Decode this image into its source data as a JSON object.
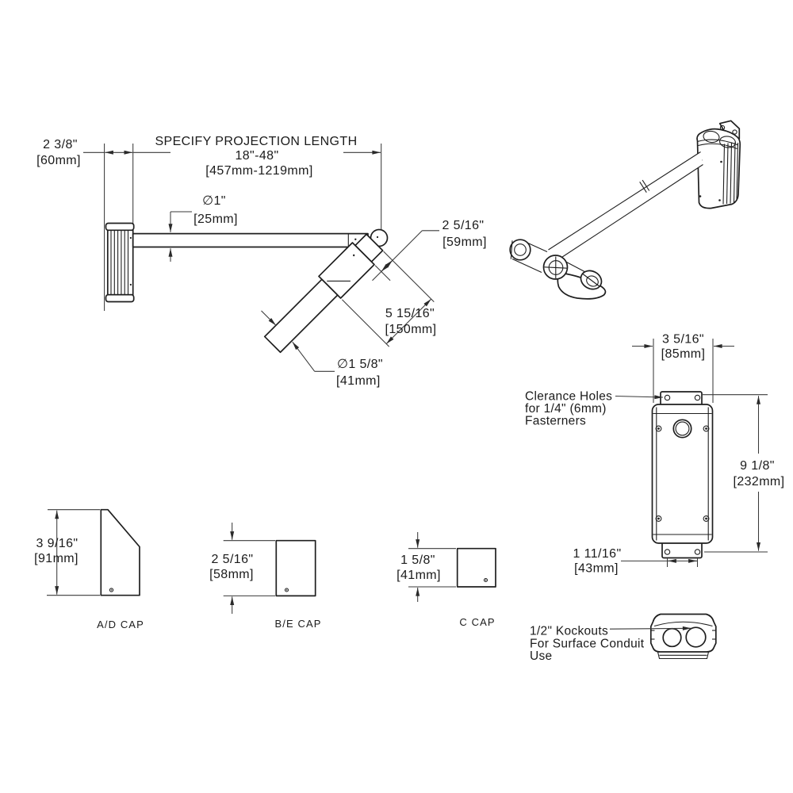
{
  "side_view": {
    "wall_depth_in": "2 3/8\"",
    "wall_depth_mm": "[60mm]",
    "projection_label": "SPECIFY PROJECTION LENGTH",
    "projection_range_in": "18\"-48\"",
    "projection_range_mm": "[457mm-1219mm]",
    "arm_dia_in": "∅1\"",
    "arm_dia_mm": "[25mm]",
    "elbow_width_in": "2 5/16\"",
    "elbow_width_mm": "[59mm]",
    "sleeve_length_in": "5 15/16\"",
    "sleeve_length_mm": "[150mm]",
    "lower_arm_dia_in": "∅1 5/8\"",
    "lower_arm_dia_mm": "[41mm]"
  },
  "front_view": {
    "width_in": "3 5/16\"",
    "width_mm": "[85mm]",
    "height_in": "9 1/8\"",
    "height_mm": "[232mm]",
    "hole_spacing_in": "1 11/16\"",
    "hole_spacing_mm": "[43mm]",
    "clearance_note_line1": "Clerance Holes",
    "clearance_note_line2": "for 1/4\" (6mm)",
    "clearance_note_line3": "Fasterners"
  },
  "caps": {
    "ad": {
      "height_in": "3 9/16\"",
      "height_mm": "[91mm]",
      "label": "A/D CAP"
    },
    "be": {
      "height_in": "2 5/16\"",
      "height_mm": "[58mm]",
      "label": "B/E CAP"
    },
    "c": {
      "height_in": "1 5/8\"",
      "height_mm": "[41mm]",
      "label": "C CAP"
    }
  },
  "knockout_note": {
    "line1": "1/2\" Kockouts",
    "line2": "For Surface Conduit",
    "line3": "Use"
  }
}
